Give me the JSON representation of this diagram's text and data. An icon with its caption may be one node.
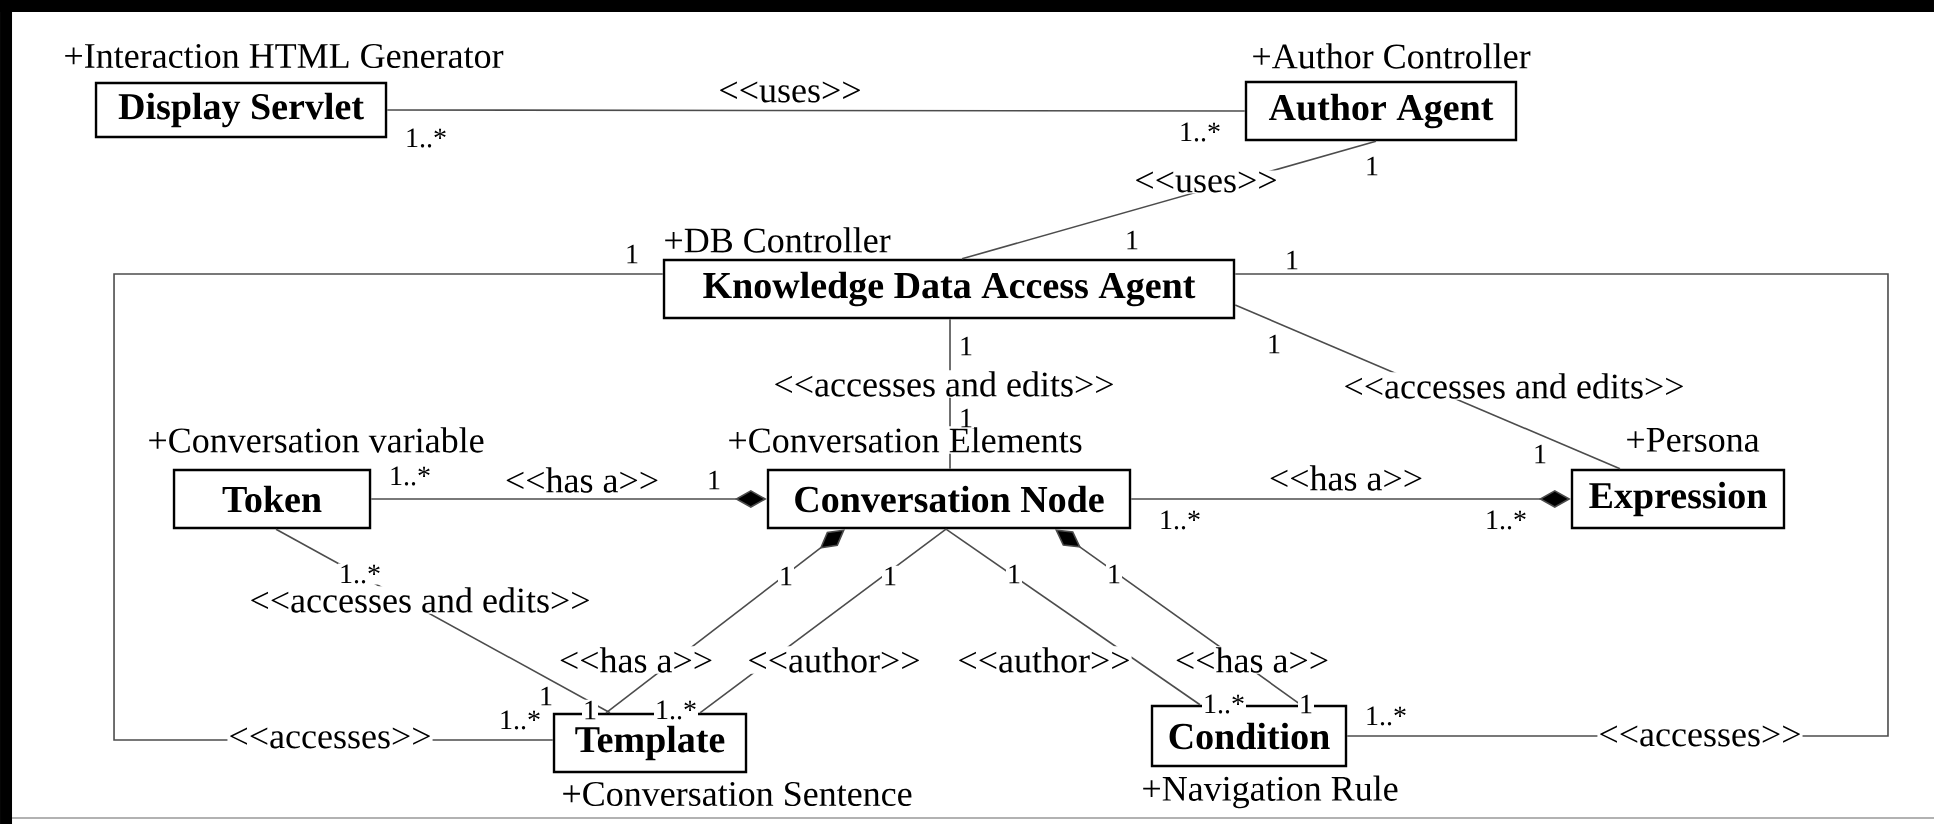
{
  "diagram": {
    "nodes": [
      {
        "text": [
          "Display Servlet"
        ],
        "beside": [
          "+Interaction HTML Generator"
        ]
      },
      {
        "text": [
          "Author Agent"
        ],
        "beside": [
          "+Author Controller"
        ]
      },
      {
        "text": [
          "Knowledge Data Access Agent"
        ],
        "beside": [
          "+DB Controller"
        ]
      },
      {
        "text": [
          "Token"
        ],
        "beside": [
          "+Conversation variable"
        ]
      },
      {
        "text": [
          "Conversation Node"
        ],
        "beside": [
          "+Conversation Elements"
        ]
      },
      {
        "text": [
          "Expression"
        ],
        "beside": [
          "+Persona"
        ]
      },
      {
        "text": [
          "Template"
        ],
        "beside": [
          "+Conversation Sentence"
        ]
      },
      {
        "text": [
          "Condition"
        ],
        "beside": [
          "+Navigation Rule"
        ]
      }
    ],
    "edges": [
      {
        "from": 0,
        "to": 1,
        "arrow": "none",
        "label": "<<uses>>"
      },
      {
        "from": 1,
        "to": 2,
        "arrow": "none",
        "label": "<<uses>>"
      },
      {
        "from": 2,
        "to": 4,
        "arrow": "none",
        "label": "<<accesses and edits>>"
      },
      {
        "from": 2,
        "to": 5,
        "arrow": "none",
        "label": "<<accesses and edits>>"
      },
      {
        "from": 2,
        "to": 6,
        "arrow": "none",
        "label": "<<accesses>>"
      },
      {
        "from": 2,
        "to": 7,
        "arrow": "none",
        "label": "<<accesses>>"
      },
      {
        "from": 3,
        "to": 4,
        "arrow": "other",
        "label": "<<has a>>"
      },
      {
        "from": 4,
        "to": 5,
        "arrow": "other",
        "label": "<<has a>>"
      },
      {
        "from": 3,
        "to": 6,
        "arrow": "none",
        "label": "<<accesses and edits>>"
      },
      {
        "from": 6,
        "to": 4,
        "arrow": "other",
        "label": "<<has a>>"
      },
      {
        "from": 4,
        "to": 6,
        "arrow": "none",
        "label": "<<author>>"
      },
      {
        "from": 4,
        "to": 7,
        "arrow": "none",
        "label": "<<author>>"
      },
      {
        "from": 7,
        "to": 4,
        "arrow": "other",
        "label": "<<has a>>"
      }
    ],
    "labels": [
      "1..*",
      "1..*",
      "1",
      "1",
      "1",
      "1",
      "1",
      "1",
      "1",
      "1",
      "1..*",
      "1",
      "1..*",
      "1..*",
      "1..*",
      "1",
      "1",
      "1",
      "1",
      "1",
      "1..*",
      "1",
      "1..*",
      "1..*",
      "1",
      "1..*"
    ]
  }
}
